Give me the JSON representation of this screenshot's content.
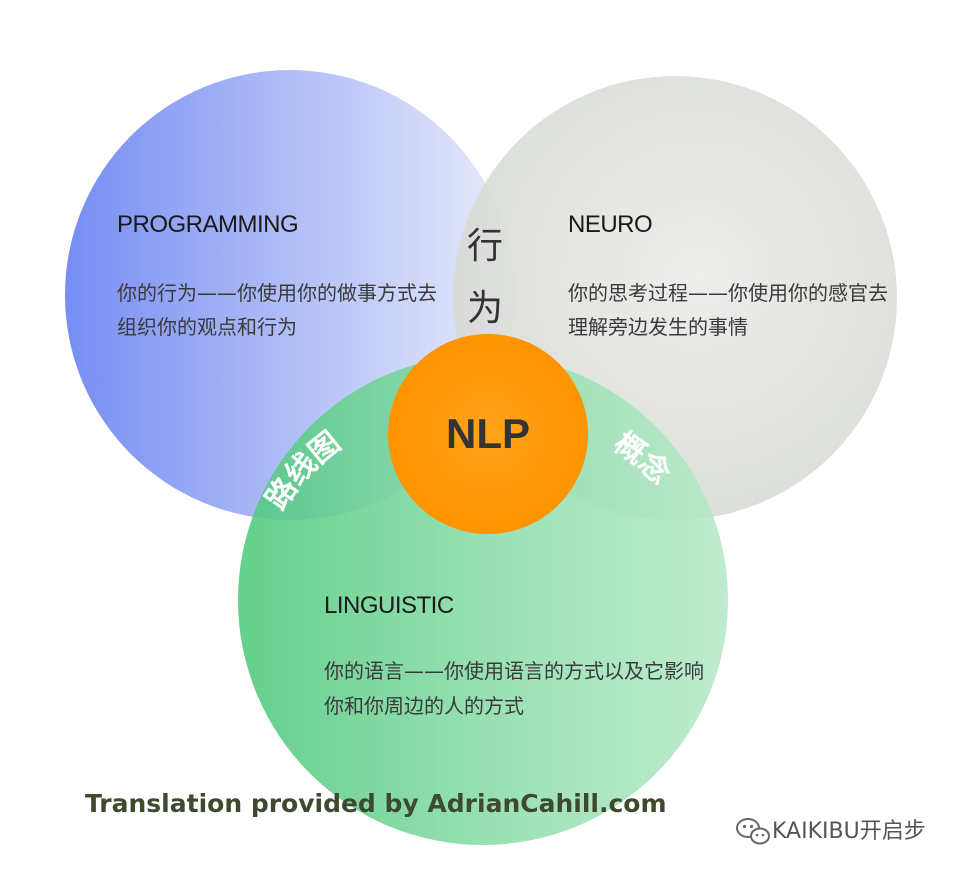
{
  "circles": {
    "programming": {
      "heading": "PROGRAMMING",
      "desc_line1": "你的行为——你使用你的做事方式去",
      "desc_line2": "组织你的观点和行为"
    },
    "neuro": {
      "heading": "NEURO",
      "desc_line1": "你的思考过程——你使用你的感官去",
      "desc_line2": "理解旁边发生的事情"
    },
    "linguistic": {
      "heading": "LINGUISTIC",
      "desc_line1": "你的语言——你使用语言的方式以及它影响",
      "desc_line2": "你和你周边的人的方式"
    },
    "center": {
      "label": "NLP"
    }
  },
  "overlaps": {
    "behavior_char1": "行",
    "behavior_char2": "为",
    "roadmap": "路线图",
    "concept": "概念"
  },
  "credit": "Translation provided by AdrianCahill.com",
  "watermark": "KAIKIBU开启步",
  "colors": {
    "programming": "#6f87f3",
    "neuro": "#d9dcd4",
    "linguistic": "#5fcf8a",
    "center": "#ff9a00"
  }
}
